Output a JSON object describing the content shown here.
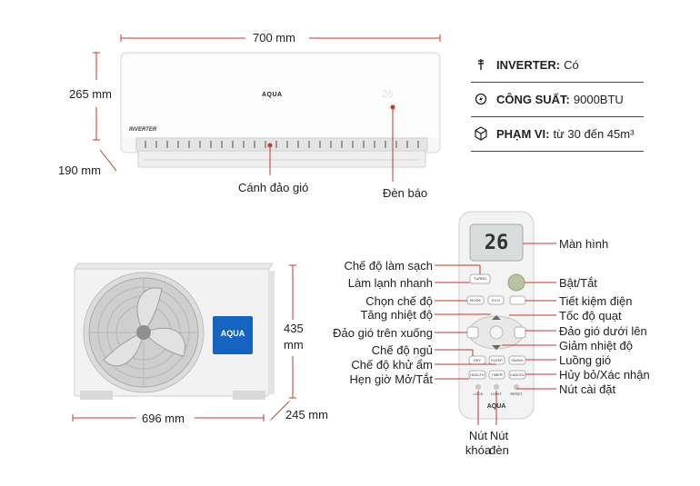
{
  "indoor": {
    "brand": "AQUA",
    "tag": "INVERTER",
    "display_digits": "26",
    "width_label": "700 mm",
    "height_label": "265 mm",
    "depth_label": "190 mm",
    "callout_vane": "Cánh đảo gió",
    "callout_lamp": "Đèn báo"
  },
  "specs": [
    {
      "icon": "inverter-icon",
      "key": "INVERTER:",
      "value": "Có"
    },
    {
      "icon": "power-icon",
      "key": "CÔNG SUẤT:",
      "value": "9000BTU"
    },
    {
      "icon": "cube-icon",
      "key": "PHẠM VI:",
      "value": "từ 30 đến 45m³"
    }
  ],
  "outdoor": {
    "brand": "AQUA",
    "width_label": "696 mm",
    "height_label_1": "435",
    "height_label_2": "mm",
    "depth_label": "245 mm"
  },
  "remote": {
    "display_digits": "26",
    "brand": "AQUA",
    "buttons": {
      "turbo": "TURBO",
      "mode": "MODE",
      "eco": "ECO",
      "swing": "SWING",
      "sleep": "SLEEP",
      "dry": "DRY",
      "health": "HEALTH",
      "timer": "TIMER",
      "cancel": "CANCEL",
      "lock": "LOCK",
      "light": "LIGHT",
      "reset": "RESET"
    },
    "left_labels": [
      "Chế độ làm sạch",
      "Làm lạnh nhanh",
      "Chọn chế độ",
      "Tăng nhiệt độ",
      "Đảo gió trên xuống",
      "Chế độ ngủ",
      "Chế độ khử ẩm",
      "Hẹn giờ Mở/Tắt"
    ],
    "right_labels": [
      "Màn hình",
      "Bật/Tắt",
      "Tiết kiệm điện",
      "Tốc độ quạt",
      "Đảo gió dưới lên",
      "Giảm nhiệt độ",
      "Luồng gió",
      "Hủy bỏ/Xác nhận",
      "Nút cài đặt"
    ],
    "bottom_lock_1": "Nút",
    "bottom_lock_2": "khóa",
    "bottom_light_1": "Nút",
    "bottom_light_2": "đèn"
  }
}
